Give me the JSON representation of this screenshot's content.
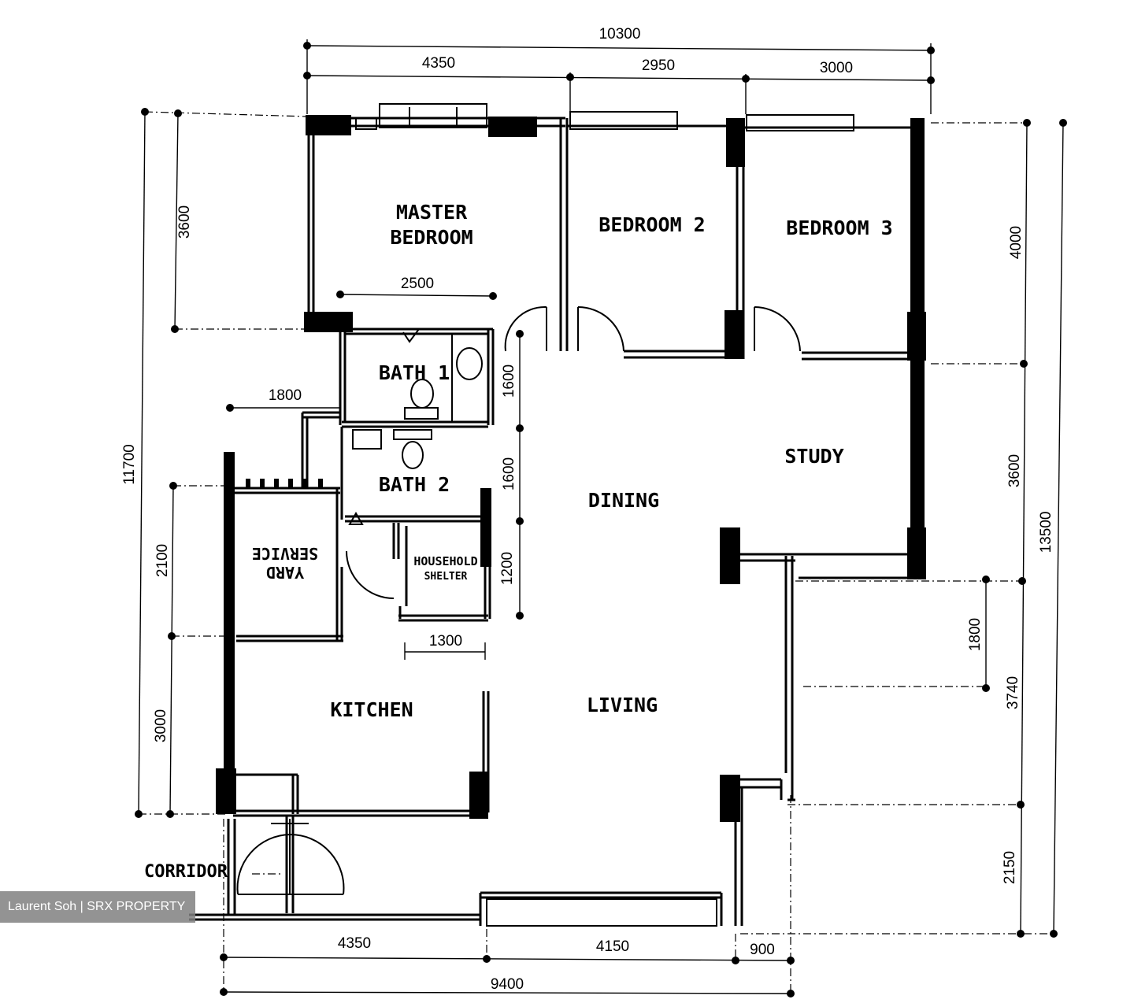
{
  "rooms": {
    "master_bedroom_line1": "MASTER",
    "master_bedroom_line2": "BEDROOM",
    "bedroom_2": "BEDROOM 2",
    "bedroom_3": "BEDROOM 3",
    "bath_1": "BATH 1",
    "bath_2": "BATH 2",
    "study": "STUDY",
    "dining": "DINING",
    "living": "LIVING",
    "kitchen": "KITCHEN",
    "service_yard_line1": "SERVICE",
    "service_yard_line2": "YARD",
    "household_shelter_line1": "HOUSEHOLD",
    "household_shelter_line2": "SHELTER",
    "corridor": "CORRIDOR"
  },
  "dimensions": {
    "top_total": "10300",
    "top_master": "4350",
    "top_bed2": "2950",
    "top_bed3": "3000",
    "left_master_depth": "3600",
    "left_total": "11700",
    "master_bath_width": "2500",
    "yard_width": "1800",
    "yard_depth": "2100",
    "kitchen_depth": "3000",
    "bath1_depth": "1600",
    "bath2_depth": "1600",
    "shelter_depth": "1200",
    "shelter_width": "1300",
    "right_bed_depth": "4000",
    "right_study_depth": "3600",
    "right_total": "13500",
    "right_living_upper": "1800",
    "right_living": "3740",
    "right_bottom": "2150",
    "bottom_kitchen": "4350",
    "bottom_living": "4150",
    "bottom_balcony": "900",
    "bottom_total": "9400"
  },
  "watermark": "Laurent Soh | SRX PROPERTY"
}
